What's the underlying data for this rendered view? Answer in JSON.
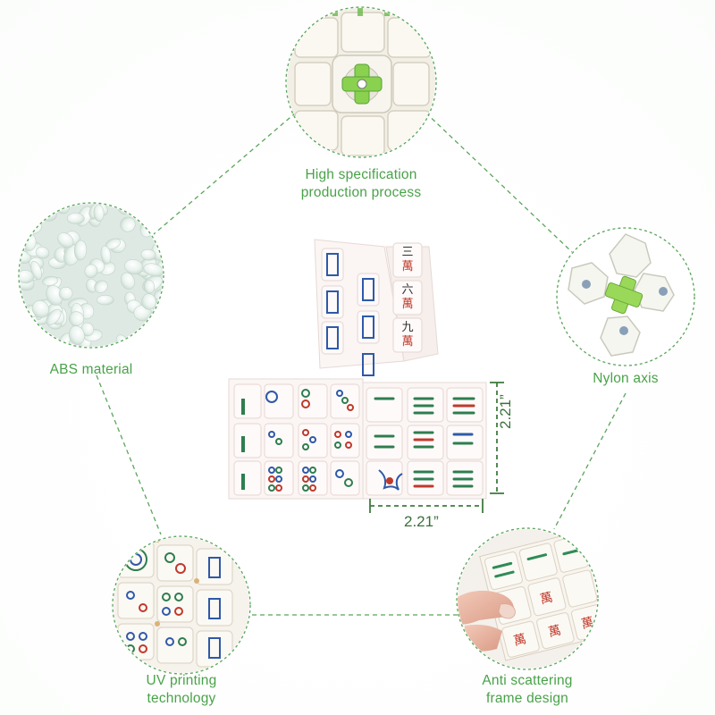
{
  "colors": {
    "accent": "#5aa55a",
    "label": "#49a249",
    "dim_text": "#3b6f3b"
  },
  "features": {
    "top": {
      "line1": "High specification",
      "line2": "production process",
      "icon": "cube-core-photo"
    },
    "left": {
      "line1": "ABS material",
      "icon": "abs-pellets-photo"
    },
    "right": {
      "line1": "Nylon axis",
      "icon": "nylon-axis-photo"
    },
    "bottom_left": {
      "line1": "UV printing",
      "line2": "technology",
      "icon": "uv-printed-cube-photo"
    },
    "bottom_right": {
      "line1": "Anti scattering",
      "line2": "frame design",
      "icon": "hand-cube-photo"
    }
  },
  "dimensions": {
    "height": "2.21”",
    "width": "2.21”"
  },
  "mahjong_text": {
    "c1": "三",
    "c2": "萬",
    "c3": "六",
    "c4": "萬",
    "c5": "九",
    "c6": "萬"
  }
}
